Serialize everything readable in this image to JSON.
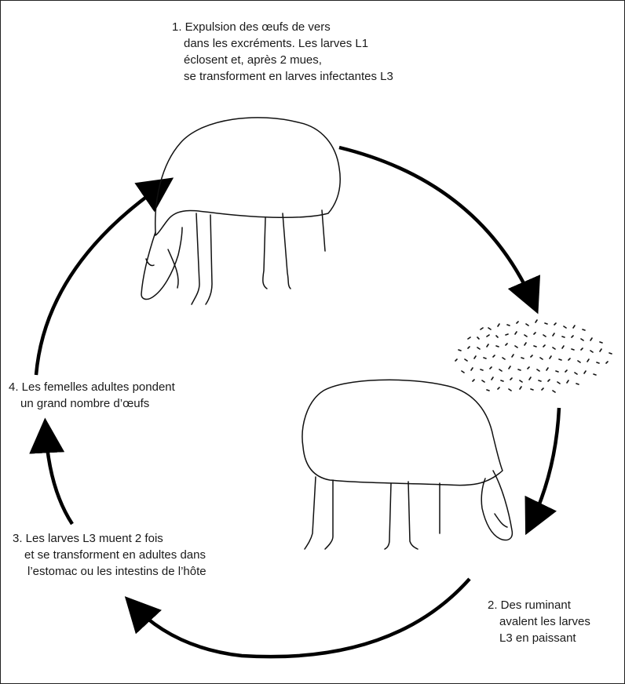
{
  "diagram": {
    "steps": [
      {
        "id": "step-1",
        "lines": [
          "1. Expulsion des œufs de vers",
          "dans les excréments. Les larves L1",
          "éclosent et, après 2 mues,",
          "se transforment en larves infectantes L3"
        ]
      },
      {
        "id": "step-2",
        "lines": [
          "2. Des ruminant",
          "avalent les larves",
          "L3 en paissant"
        ]
      },
      {
        "id": "step-3",
        "lines": [
          "3. Les larves L3 muent 2 fois",
          "et se transforment en adultes dans",
          "l’estomac ou les intestins de l’hôte"
        ]
      },
      {
        "id": "step-4",
        "lines": [
          "4. Les femelles adultes pondent",
          "un grand nombre d’œufs"
        ]
      }
    ],
    "cycle_direction": "clockwise",
    "illustrations": [
      "sheep-grazing-left",
      "worm-eggs-in-dung",
      "sheep-grazing-right"
    ]
  }
}
